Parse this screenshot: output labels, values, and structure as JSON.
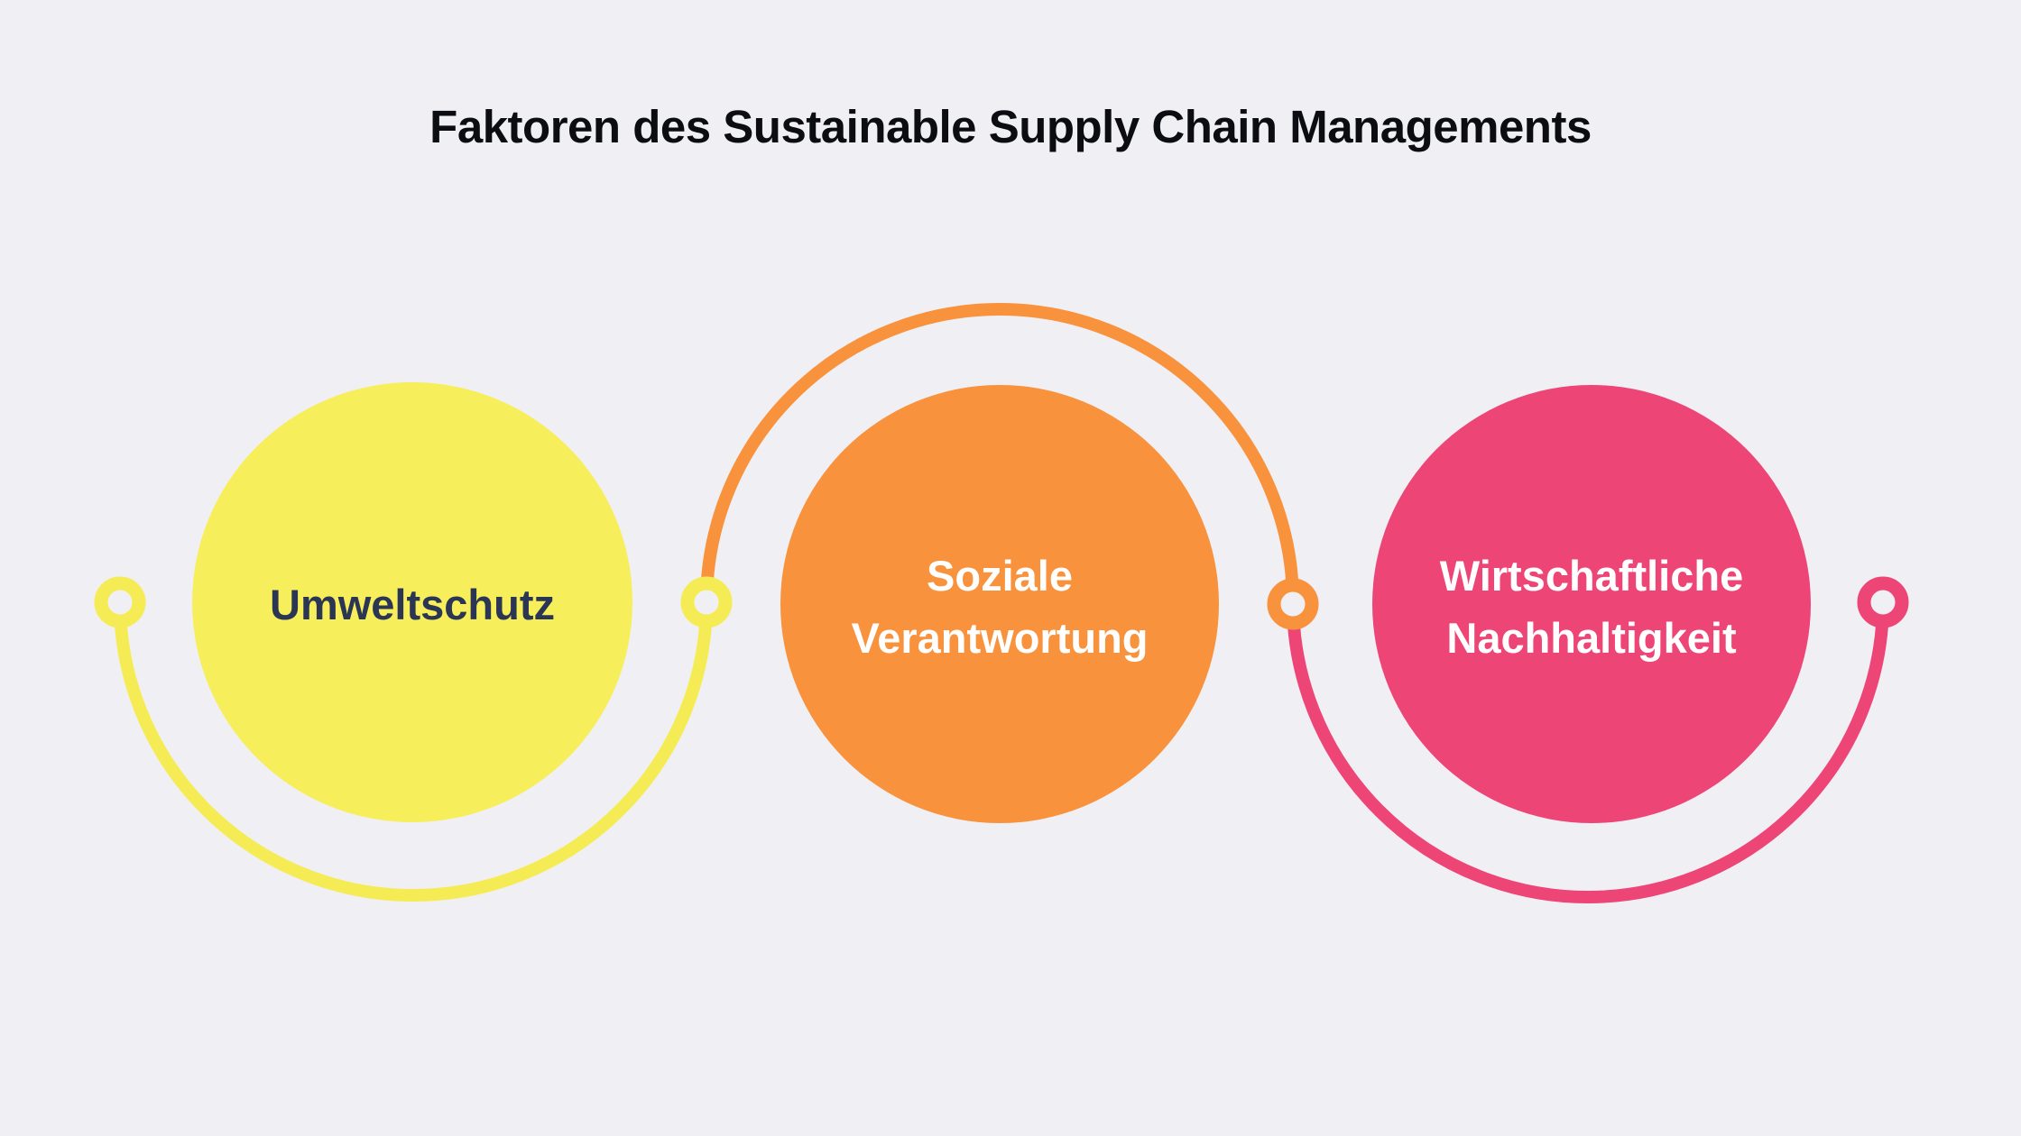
{
  "title": "Faktoren des Sustainable Supply Chain Managements",
  "title_color": "#0C0D12",
  "background_color": "#F0F0F4",
  "nodes": [
    {
      "id": "umweltschutz",
      "lines": [
        "Umweltschutz"
      ],
      "circle_color": "#F7EE5B",
      "text_color": "#2B3554",
      "arc_color": "#F5EC55",
      "arc_position": "bottom"
    },
    {
      "id": "soziale-verantwortung",
      "lines": [
        "Soziale",
        "Verantwortung"
      ],
      "circle_color": "#F8923D",
      "text_color": "#FFFFFF",
      "arc_color": "#F8923D",
      "arc_position": "top"
    },
    {
      "id": "wirtschaftliche-nachhaltigkeit",
      "lines": [
        "Wirtschaftliche",
        "Nachhaltigkeit"
      ],
      "circle_color": "#EE4577",
      "text_color": "#FFFFFF",
      "arc_color": "#EE4577",
      "arc_position": "bottom"
    }
  ]
}
